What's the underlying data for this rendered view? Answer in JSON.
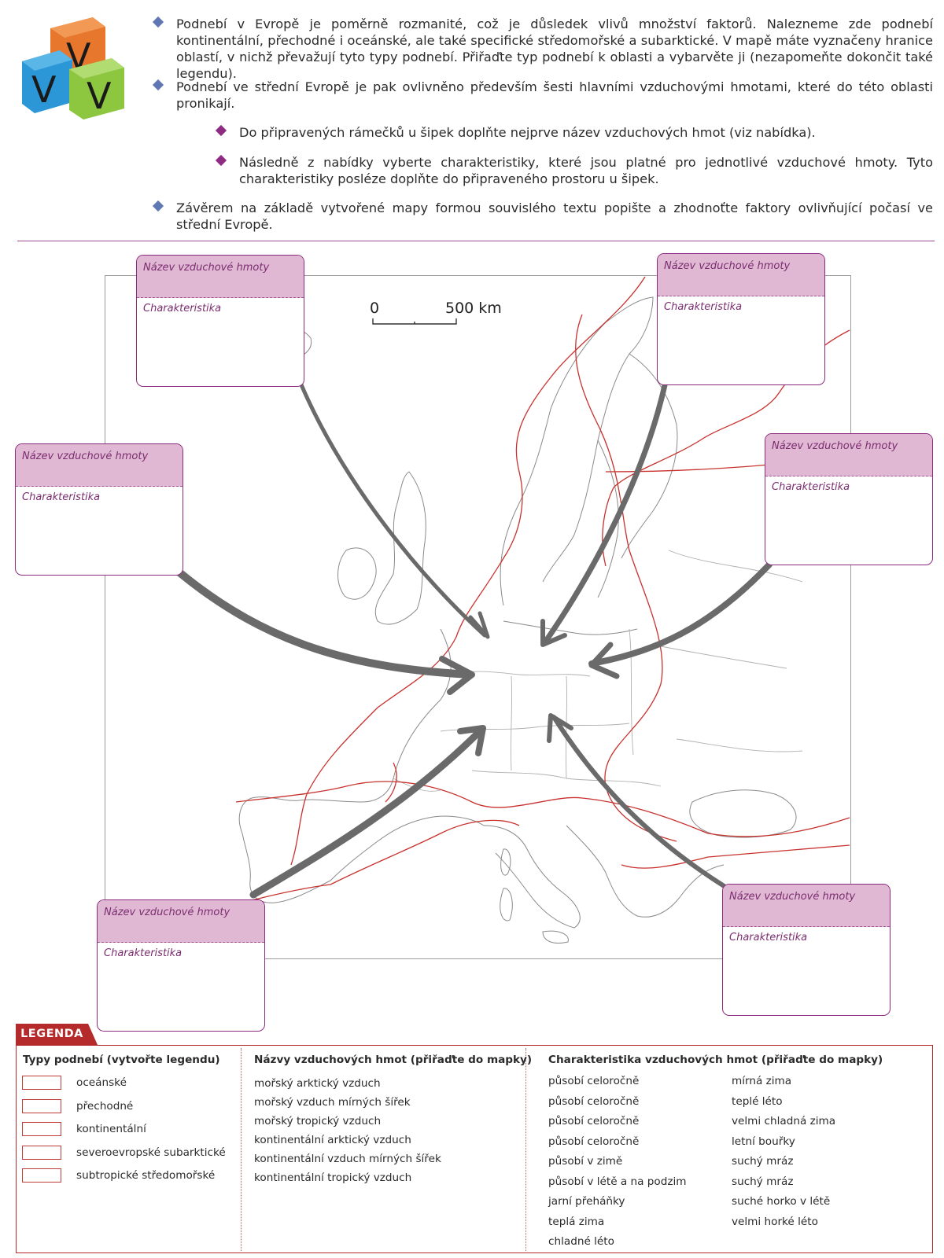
{
  "logo": {
    "letters": [
      "V",
      "V",
      "V"
    ],
    "colors": {
      "orange": "#e8772e",
      "blue": "#2b97d6",
      "green": "#8dc63f"
    }
  },
  "instructions": [
    "Podnebí v Evropě je poměrně rozmanité, což je důsledek vlivů množství faktorů. Nalezneme zde podnebí kontinentální, přechodné i oceánské, ale také specifické středomořské a subarktické. V mapě máte vyznačeny hranice oblastí, v nichž převažují tyto typy podnebí. Přiřaďte typ podnebí k oblasti a vybarvěte ji (nezapomeňte dokončit také legendu).",
    "Podnebí ve střední Evropě je pak ovlivněno především šesti hlavními vzduchovými hmotami, které do této oblasti pronikají.",
    "Do připravených rámečků u šipek doplňte nejprve název vzduchových hmot (viz nabídka).",
    "Následně z nabídky vyberte charakteristiky, které jsou platné pro jednotlivé vzduchové hmoty. Tyto charakteristiky posléze doplňte do připraveného prostoru u šipek.",
    "Závěrem na základě vytvořené mapy formou souvislého textu popište a zhodnoťte faktory ovlivňující počasí ve střední Evropě."
  ],
  "scale": {
    "start": "0",
    "end": "500 km"
  },
  "air_mass_boxes": [
    {
      "title": "Název vzduchové hmoty",
      "body": "Charakteristika"
    },
    {
      "title": "Název vzduchové hmoty",
      "body": "Charakteristika"
    },
    {
      "title": "Název vzduchové hmoty",
      "body": "Charakteristika"
    },
    {
      "title": "Název vzduchové hmoty",
      "body": "Charakteristika"
    },
    {
      "title": "Název vzduchové hmoty",
      "body": "Charakteristika"
    },
    {
      "title": "Název vzduchové hmoty",
      "body": "Charakteristika"
    }
  ],
  "legend": {
    "tab": "LEGENDA",
    "col1_title": "Typy podnebí (vytvořte legendu)",
    "climate_types": [
      "oceánské",
      "přechodné",
      "kontinentální",
      "severoevropské subarktické",
      "subtropické středomořské"
    ],
    "col2_title": "Názvy vzduchových hmot (přiřaďte do mapky)",
    "air_masses": [
      "mořský arktický vzduch",
      "mořský vzduch mírných šířek",
      "mořský tropický vzduch",
      "kontinentální arktický vzduch",
      "kontinentální vzduch mírných šířek",
      "kontinentální tropický vzduch"
    ],
    "col3_title": "Charakteristika vzduchových hmot (přiřaďte do mapky)",
    "char_left": [
      "působí celoročně",
      "působí celoročně",
      "působí celoročně",
      "působí celoročně",
      "působí v zimě",
      "působí v létě a na podzim",
      "jarní přeháňky",
      "teplá zima",
      "chladné léto"
    ],
    "char_right": [
      "mírná zima",
      "teplé léto",
      "velmi chladná zima",
      "letní bouřky",
      "suchý mráz",
      "suchý mráz",
      "suché horko v létě",
      "velmi horké léto"
    ]
  },
  "colors": {
    "accent_purple": "#8b2a7e",
    "box_head": "#e0b8d4",
    "legend_red": "#b52a2a",
    "arrow_gray": "#6a6a6a",
    "climate_line": "#c8322e"
  }
}
